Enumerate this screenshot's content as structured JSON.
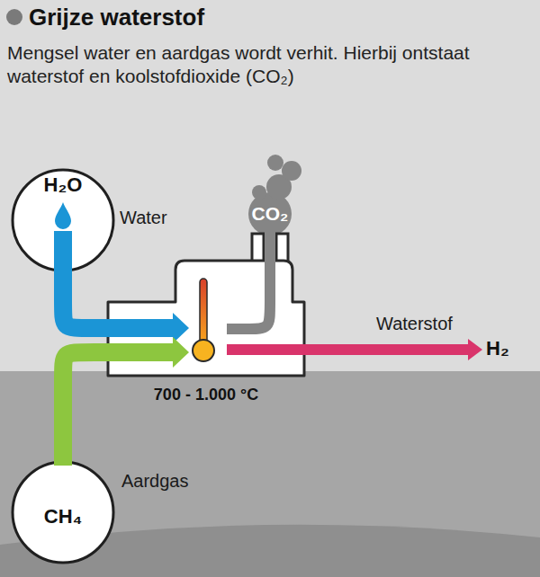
{
  "diagram": {
    "title": "Grijze waterstof",
    "nodes": [
      {
        "text": [
          "H₂O",
          "Water"
        ]
      },
      {
        "text": [
          "CO₂"
        ]
      },
      {
        "text": [
          "700 - 1.000 °C"
        ]
      },
      {
        "text": [
          "Waterstof",
          "H₂"
        ]
      },
      {
        "text": [
          "CH₄",
          "Aardgas"
        ]
      }
    ],
    "edges": [
      {
        "from": 0,
        "to": 2,
        "arrow": "to"
      },
      {
        "from": 4,
        "to": 2,
        "arrow": "to"
      },
      {
        "from": 2,
        "to": 1,
        "arrow": "none"
      },
      {
        "from": 2,
        "to": 3,
        "arrow": "to"
      }
    ],
    "labels": [
      "Mengsel water en aardgas wordt verhit. Hierbij ontstaat waterstof en koolstofdioxide (CO₂)"
    ]
  }
}
